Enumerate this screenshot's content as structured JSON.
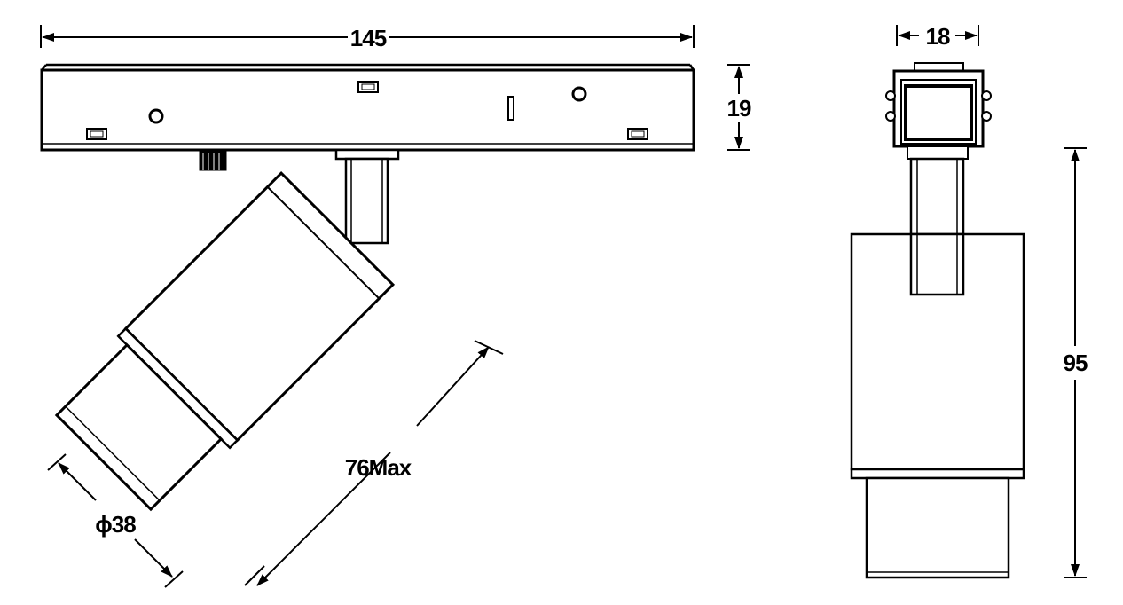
{
  "dimensions": {
    "track_length": "145",
    "track_height": "19",
    "adapter_width": "18",
    "total_height": "95",
    "head_length": "76Max",
    "head_diameter": "ϕ38"
  },
  "colors": {
    "line": "#000000",
    "background": "#ffffff"
  }
}
